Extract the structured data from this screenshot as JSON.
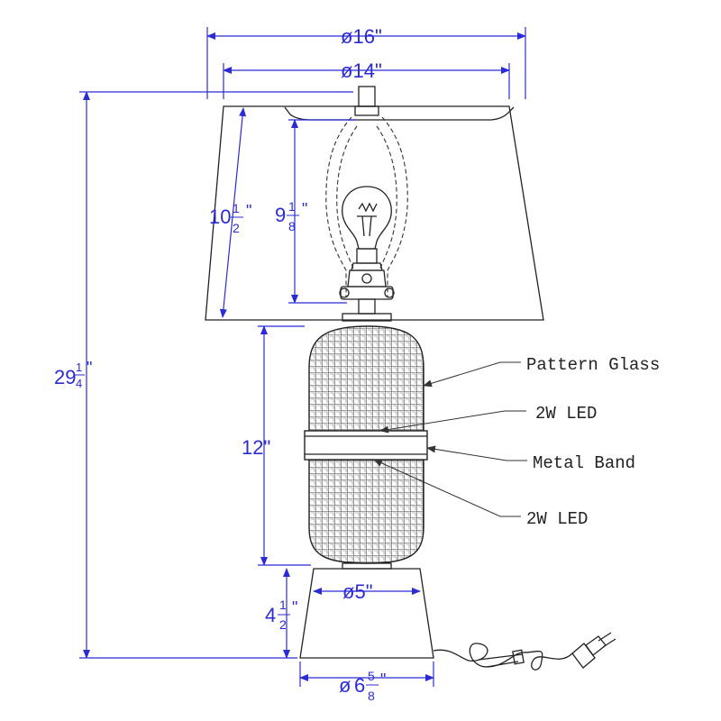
{
  "dimensions": {
    "shade_top_diameter": {
      "prefix": "ø",
      "value": "16",
      "unit": "\""
    },
    "shade_bottom_diameter": {
      "prefix": "ø",
      "value": "14",
      "unit": "\""
    },
    "overall_height": {
      "whole": "29",
      "num": "1",
      "den": "4",
      "unit": "\""
    },
    "shade_height": {
      "whole": "10",
      "num": "1",
      "den": "2",
      "unit": "\""
    },
    "harp_height": {
      "whole": "9",
      "num": "1",
      "den": "8",
      "unit": "\""
    },
    "body_height": {
      "value": "12",
      "unit": "\""
    },
    "base_height": {
      "whole": "4",
      "num": "1",
      "den": "2",
      "unit": "\""
    },
    "base_top_diameter": {
      "prefix": "ø",
      "value": "5",
      "unit": "\""
    },
    "base_bottom_diameter": {
      "prefix": "ø",
      "whole": "6",
      "num": "5",
      "den": "8",
      "unit": "\""
    }
  },
  "callouts": [
    {
      "label": "Pattern Glass"
    },
    {
      "label": "2W LED"
    },
    {
      "label": "Metal Band"
    },
    {
      "label": "2W LED"
    }
  ],
  "colors": {
    "dimension": "#2b2bd6",
    "ink": "#222222"
  }
}
